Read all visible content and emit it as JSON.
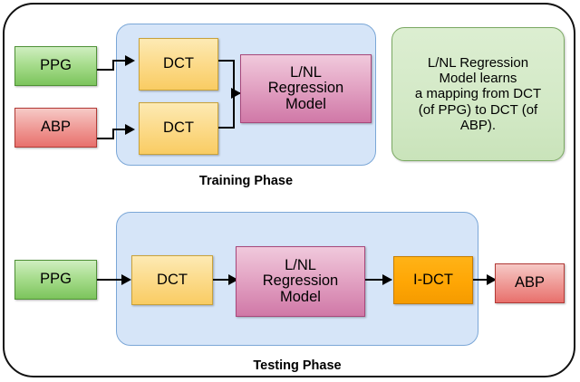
{
  "diagram": {
    "title_hidden": "",
    "phases": [
      {
        "id": "training",
        "caption": "Training Phase",
        "inputs": [
          {
            "label": "PPG",
            "color": "#7cc45c"
          },
          {
            "label": "ABP",
            "color": "#e8706c"
          }
        ],
        "transforms": [
          {
            "label": "DCT",
            "color": "#f9cc63"
          },
          {
            "label": "DCT",
            "color": "#f9cc63"
          }
        ],
        "model": {
          "line1": "L/NL",
          "line2": "Regression",
          "line3": "Model",
          "color": "#d078a7"
        }
      },
      {
        "id": "testing",
        "caption": "Testing Phase",
        "input": {
          "label": "PPG",
          "color": "#7cc45c"
        },
        "transform": {
          "label": "DCT",
          "color": "#f9cc63"
        },
        "model": {
          "line1": "L/NL",
          "line2": "Regression",
          "line3": "Model",
          "color": "#d078a7"
        },
        "inverse": {
          "label": "I-DCT",
          "color": "#ffa604"
        },
        "output": {
          "label": "ABP",
          "color": "#e8706c"
        }
      }
    ],
    "note": {
      "lines": [
        "L/NL Regression",
        "Model learns",
        "a mapping from DCT",
        "(of PPG) to DCT (of",
        "ABP)."
      ],
      "color": "#c9e3ba"
    }
  }
}
